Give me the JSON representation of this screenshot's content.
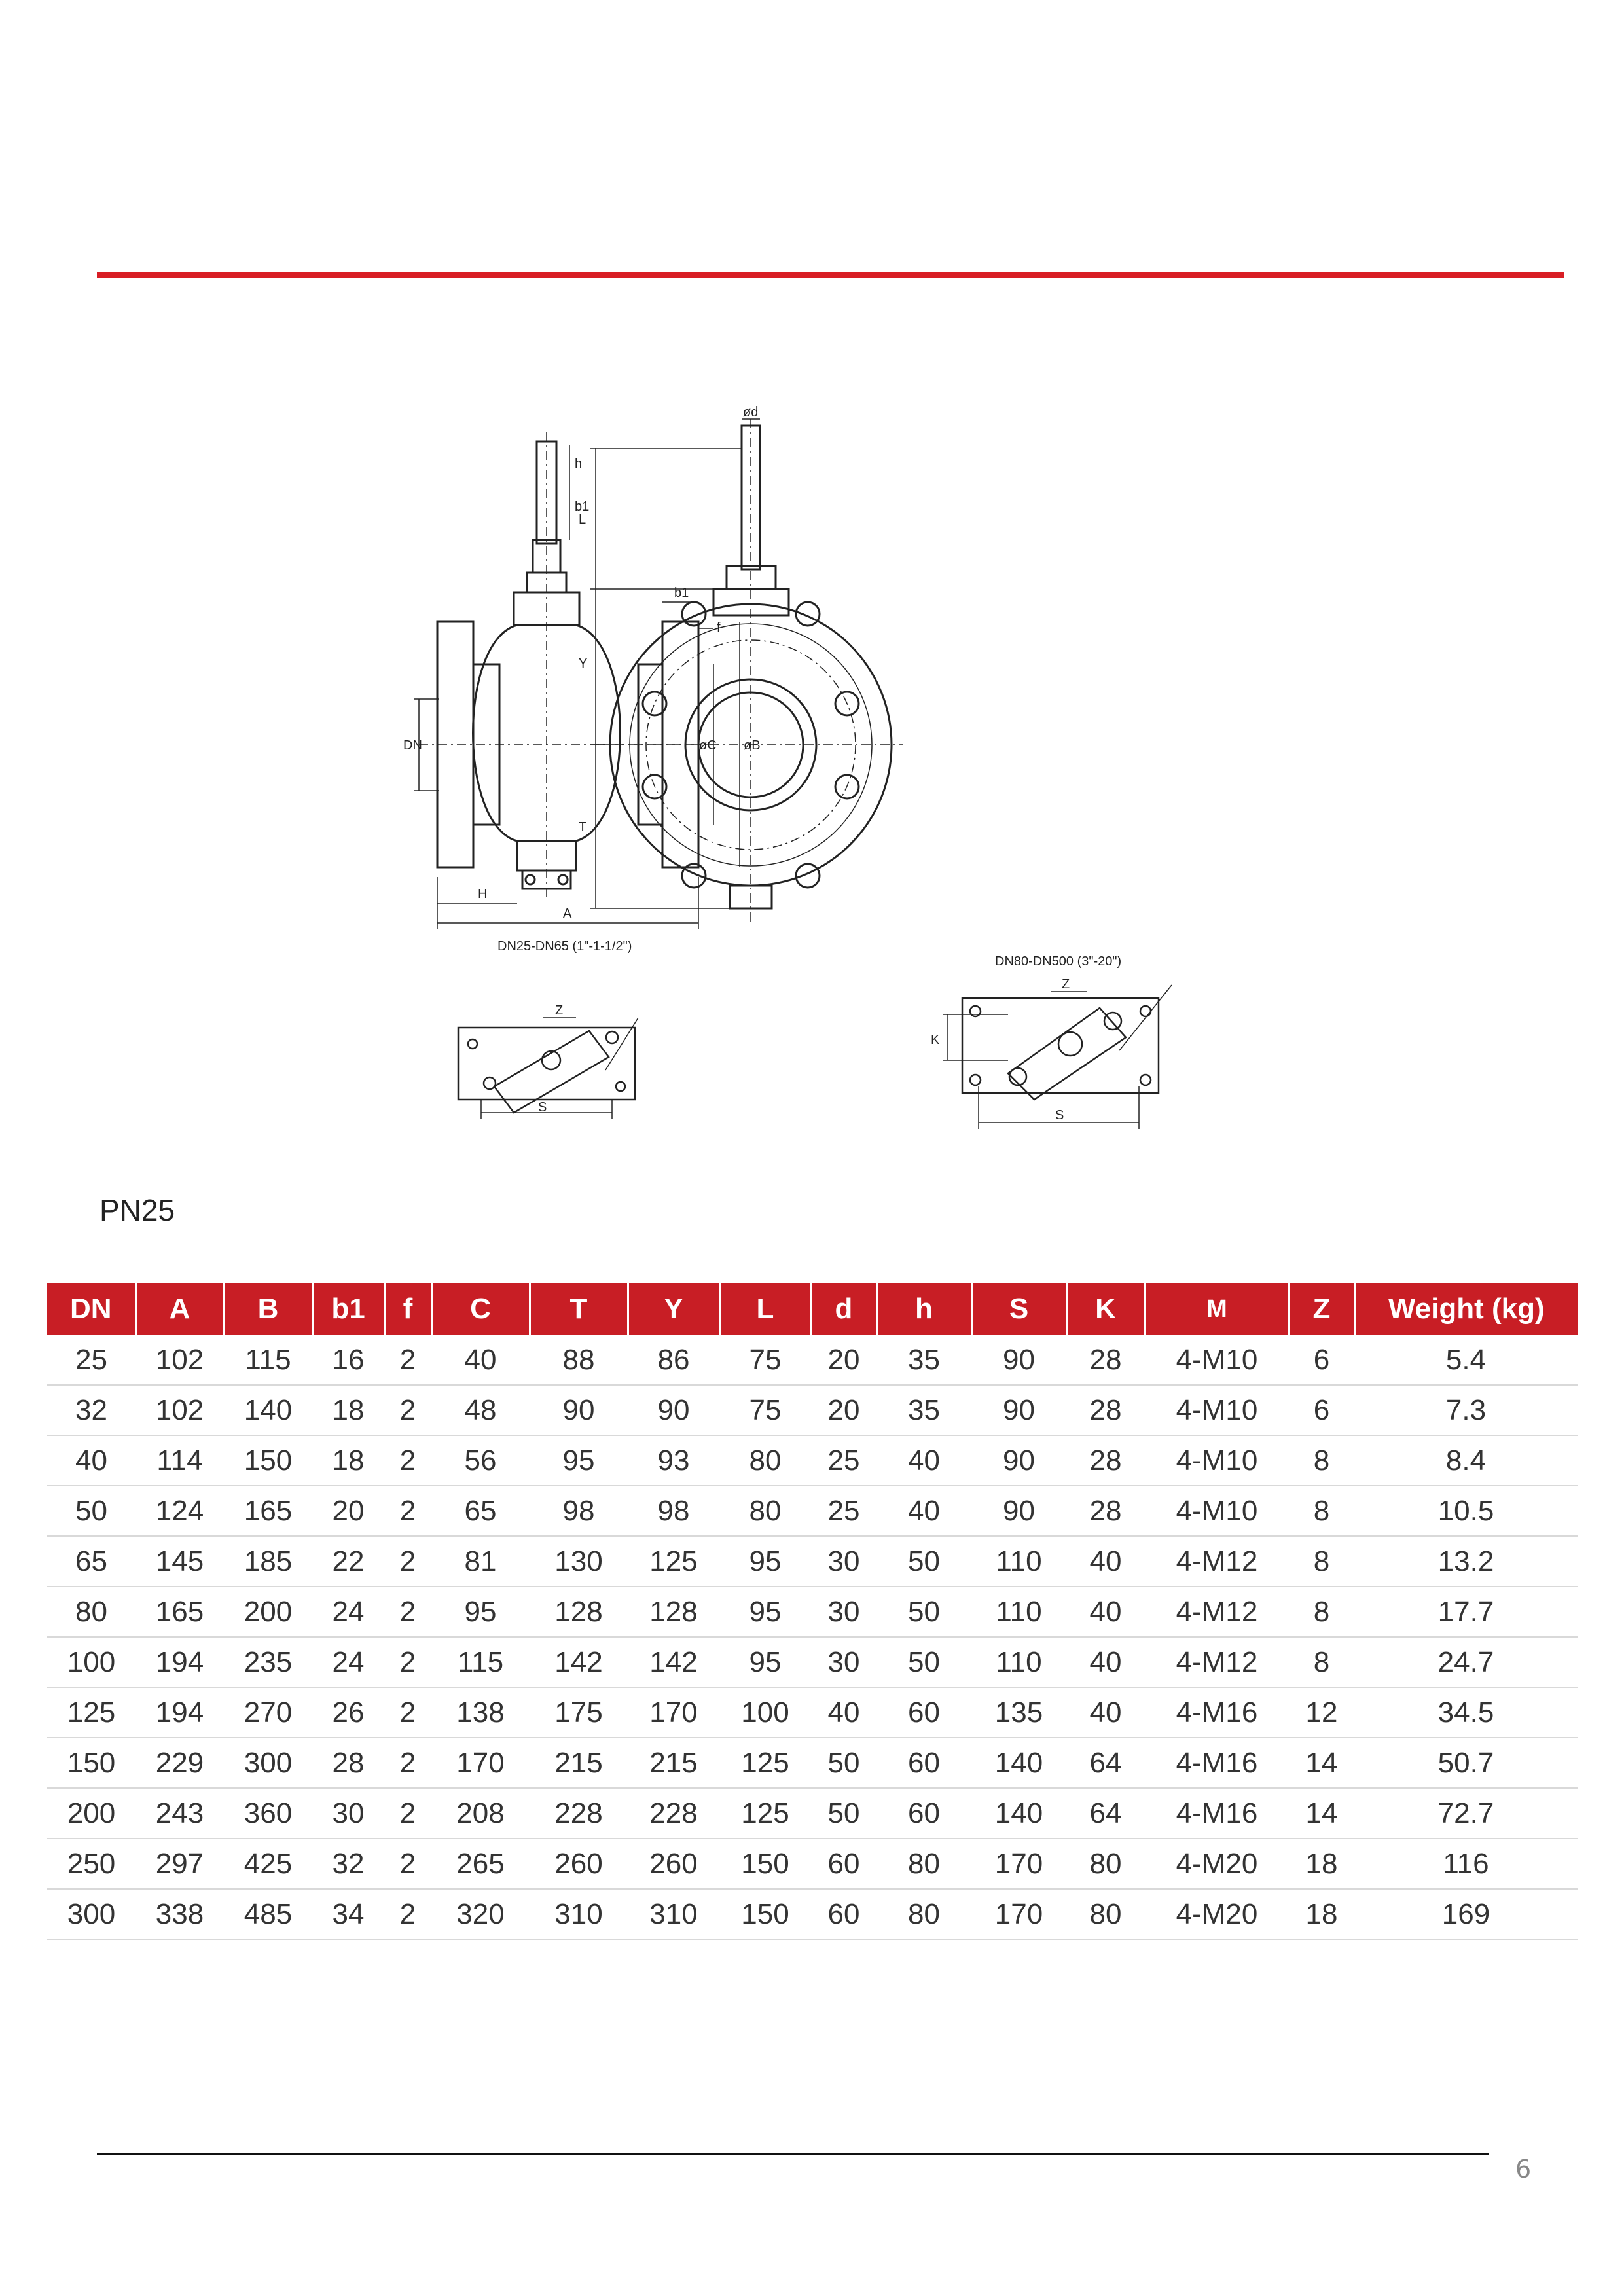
{
  "section": {
    "title": "PN25"
  },
  "drawing": {
    "left_caption": "DN25-DN65 (1\"-1-1/2\")",
    "right_caption": "DN80-DN500 (3\"-20\")",
    "labels": {
      "h": "h",
      "b1_stem": "b1",
      "b1": "b1",
      "f": "f",
      "dn": "DN",
      "c": "øC",
      "b": "øB",
      "h_bottom": "H",
      "a": "A",
      "d": "ød",
      "l": "L",
      "y": "Y",
      "t": "T",
      "z_left": "Z",
      "z_right": "Z",
      "s_left": "S",
      "s_right": "S",
      "k": "K"
    }
  },
  "table": {
    "headers": [
      "DN",
      "A",
      "B",
      "b1",
      "f",
      "C",
      "T",
      "Y",
      "L",
      "d",
      "h",
      "S",
      "K",
      "M",
      "Z",
      "Weight (kg)"
    ],
    "rows": [
      [
        "25",
        "102",
        "115",
        "16",
        "2",
        "40",
        "88",
        "86",
        "75",
        "20",
        "35",
        "90",
        "28",
        "4-M10",
        "6",
        "5.4"
      ],
      [
        "32",
        "102",
        "140",
        "18",
        "2",
        "48",
        "90",
        "90",
        "75",
        "20",
        "35",
        "90",
        "28",
        "4-M10",
        "6",
        "7.3"
      ],
      [
        "40",
        "114",
        "150",
        "18",
        "2",
        "56",
        "95",
        "93",
        "80",
        "25",
        "40",
        "90",
        "28",
        "4-M10",
        "8",
        "8.4"
      ],
      [
        "50",
        "124",
        "165",
        "20",
        "2",
        "65",
        "98",
        "98",
        "80",
        "25",
        "40",
        "90",
        "28",
        "4-M10",
        "8",
        "10.5"
      ],
      [
        "65",
        "145",
        "185",
        "22",
        "2",
        "81",
        "130",
        "125",
        "95",
        "30",
        "50",
        "110",
        "40",
        "4-M12",
        "8",
        "13.2"
      ],
      [
        "80",
        "165",
        "200",
        "24",
        "2",
        "95",
        "128",
        "128",
        "95",
        "30",
        "50",
        "110",
        "40",
        "4-M12",
        "8",
        "17.7"
      ],
      [
        "100",
        "194",
        "235",
        "24",
        "2",
        "115",
        "142",
        "142",
        "95",
        "30",
        "50",
        "110",
        "40",
        "4-M12",
        "8",
        "24.7"
      ],
      [
        "125",
        "194",
        "270",
        "26",
        "2",
        "138",
        "175",
        "170",
        "100",
        "40",
        "60",
        "135",
        "40",
        "4-M16",
        "12",
        "34.5"
      ],
      [
        "150",
        "229",
        "300",
        "28",
        "2",
        "170",
        "215",
        "215",
        "125",
        "50",
        "60",
        "140",
        "64",
        "4-M16",
        "14",
        "50.7"
      ],
      [
        "200",
        "243",
        "360",
        "30",
        "2",
        "208",
        "228",
        "228",
        "125",
        "50",
        "60",
        "140",
        "64",
        "4-M16",
        "14",
        "72.7"
      ],
      [
        "250",
        "297",
        "425",
        "32",
        "2",
        "265",
        "260",
        "260",
        "150",
        "60",
        "80",
        "170",
        "80",
        "4-M20",
        "18",
        "116"
      ],
      [
        "300",
        "338",
        "485",
        "34",
        "2",
        "320",
        "310",
        "310",
        "150",
        "60",
        "80",
        "170",
        "80",
        "4-M20",
        "18",
        "169"
      ]
    ]
  },
  "page": {
    "number": "6"
  }
}
